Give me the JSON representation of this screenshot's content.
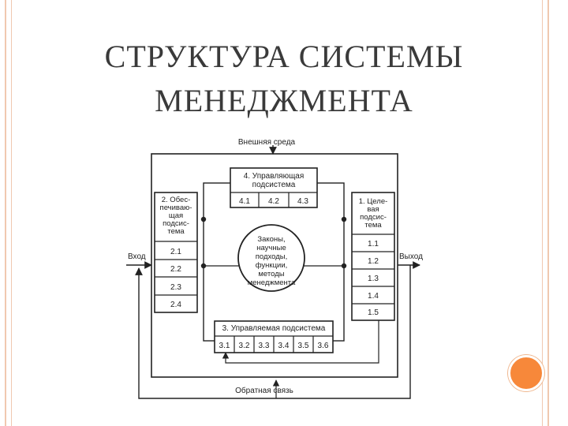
{
  "slide": {
    "title_line1": "СТРУКТУРА СИСТЕМЫ",
    "title_line2": "МЕНЕДЖМЕНТА"
  },
  "diagram": {
    "external_env": "Внешняя среда",
    "feedback": "Обратная связь",
    "input": "Вход",
    "output": "Выход",
    "managing": {
      "title_lines": [
        "4. Управляющая",
        "подсистема"
      ],
      "cells": [
        "4.1",
        "4.2",
        "4.3"
      ]
    },
    "supporting": {
      "title_lines": [
        "2. Обес-",
        "печиваю-",
        "щая",
        "подсис-",
        "тема"
      ],
      "cells": [
        "2.1",
        "2.2",
        "2.3",
        "2.4"
      ]
    },
    "target": {
      "title_lines": [
        "1. Целе-",
        "вая",
        "подсис-",
        "тема"
      ],
      "cells": [
        "1.1",
        "1.2",
        "1.3",
        "1.4",
        "1.5"
      ]
    },
    "managed": {
      "title": "3. Управляемая подсистема",
      "cells": [
        "3.1",
        "3.2",
        "3.3",
        "3.4",
        "3.5",
        "3.6"
      ]
    },
    "center_lines": [
      "Законы,",
      "научные",
      "подходы,",
      "функции,",
      "методы",
      "менеджмента"
    ]
  },
  "colors": {
    "frame": "#f0c8b0",
    "accent_dot": "#f7883a",
    "ink": "#222222"
  }
}
